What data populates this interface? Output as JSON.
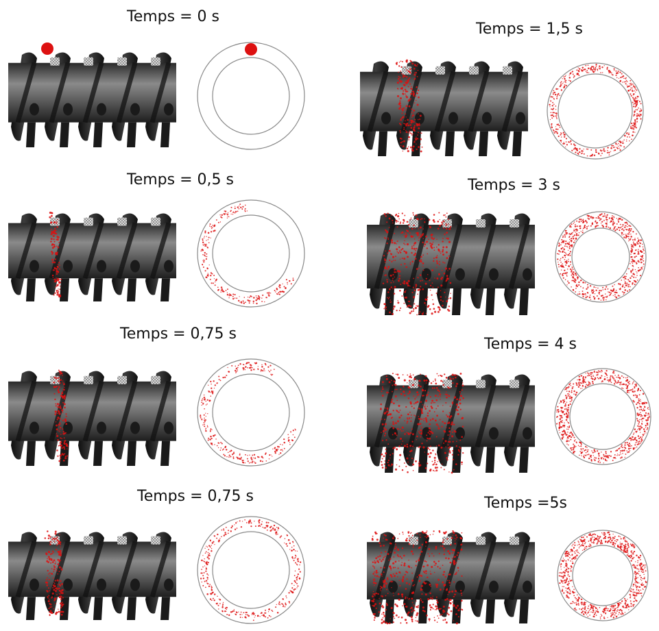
{
  "panels": [
    {
      "label": "Temps = 0 s"
    },
    {
      "label": "Temps = 0,5 s"
    },
    {
      "label": "Temps = 0,75 s"
    },
    {
      "label": "Temps = 0,75 s"
    },
    {
      "label": "Temps = 1,5 s"
    },
    {
      "label": "Temps = 3 s"
    },
    {
      "label": "Temps = 4 s"
    },
    {
      "label": "Temps =5s"
    }
  ],
  "colors": {
    "tracer": "#dd1111",
    "screw_dark": "#1a1a1a",
    "screw_mid": "#7a7a7a",
    "ring_line": "#888888"
  }
}
